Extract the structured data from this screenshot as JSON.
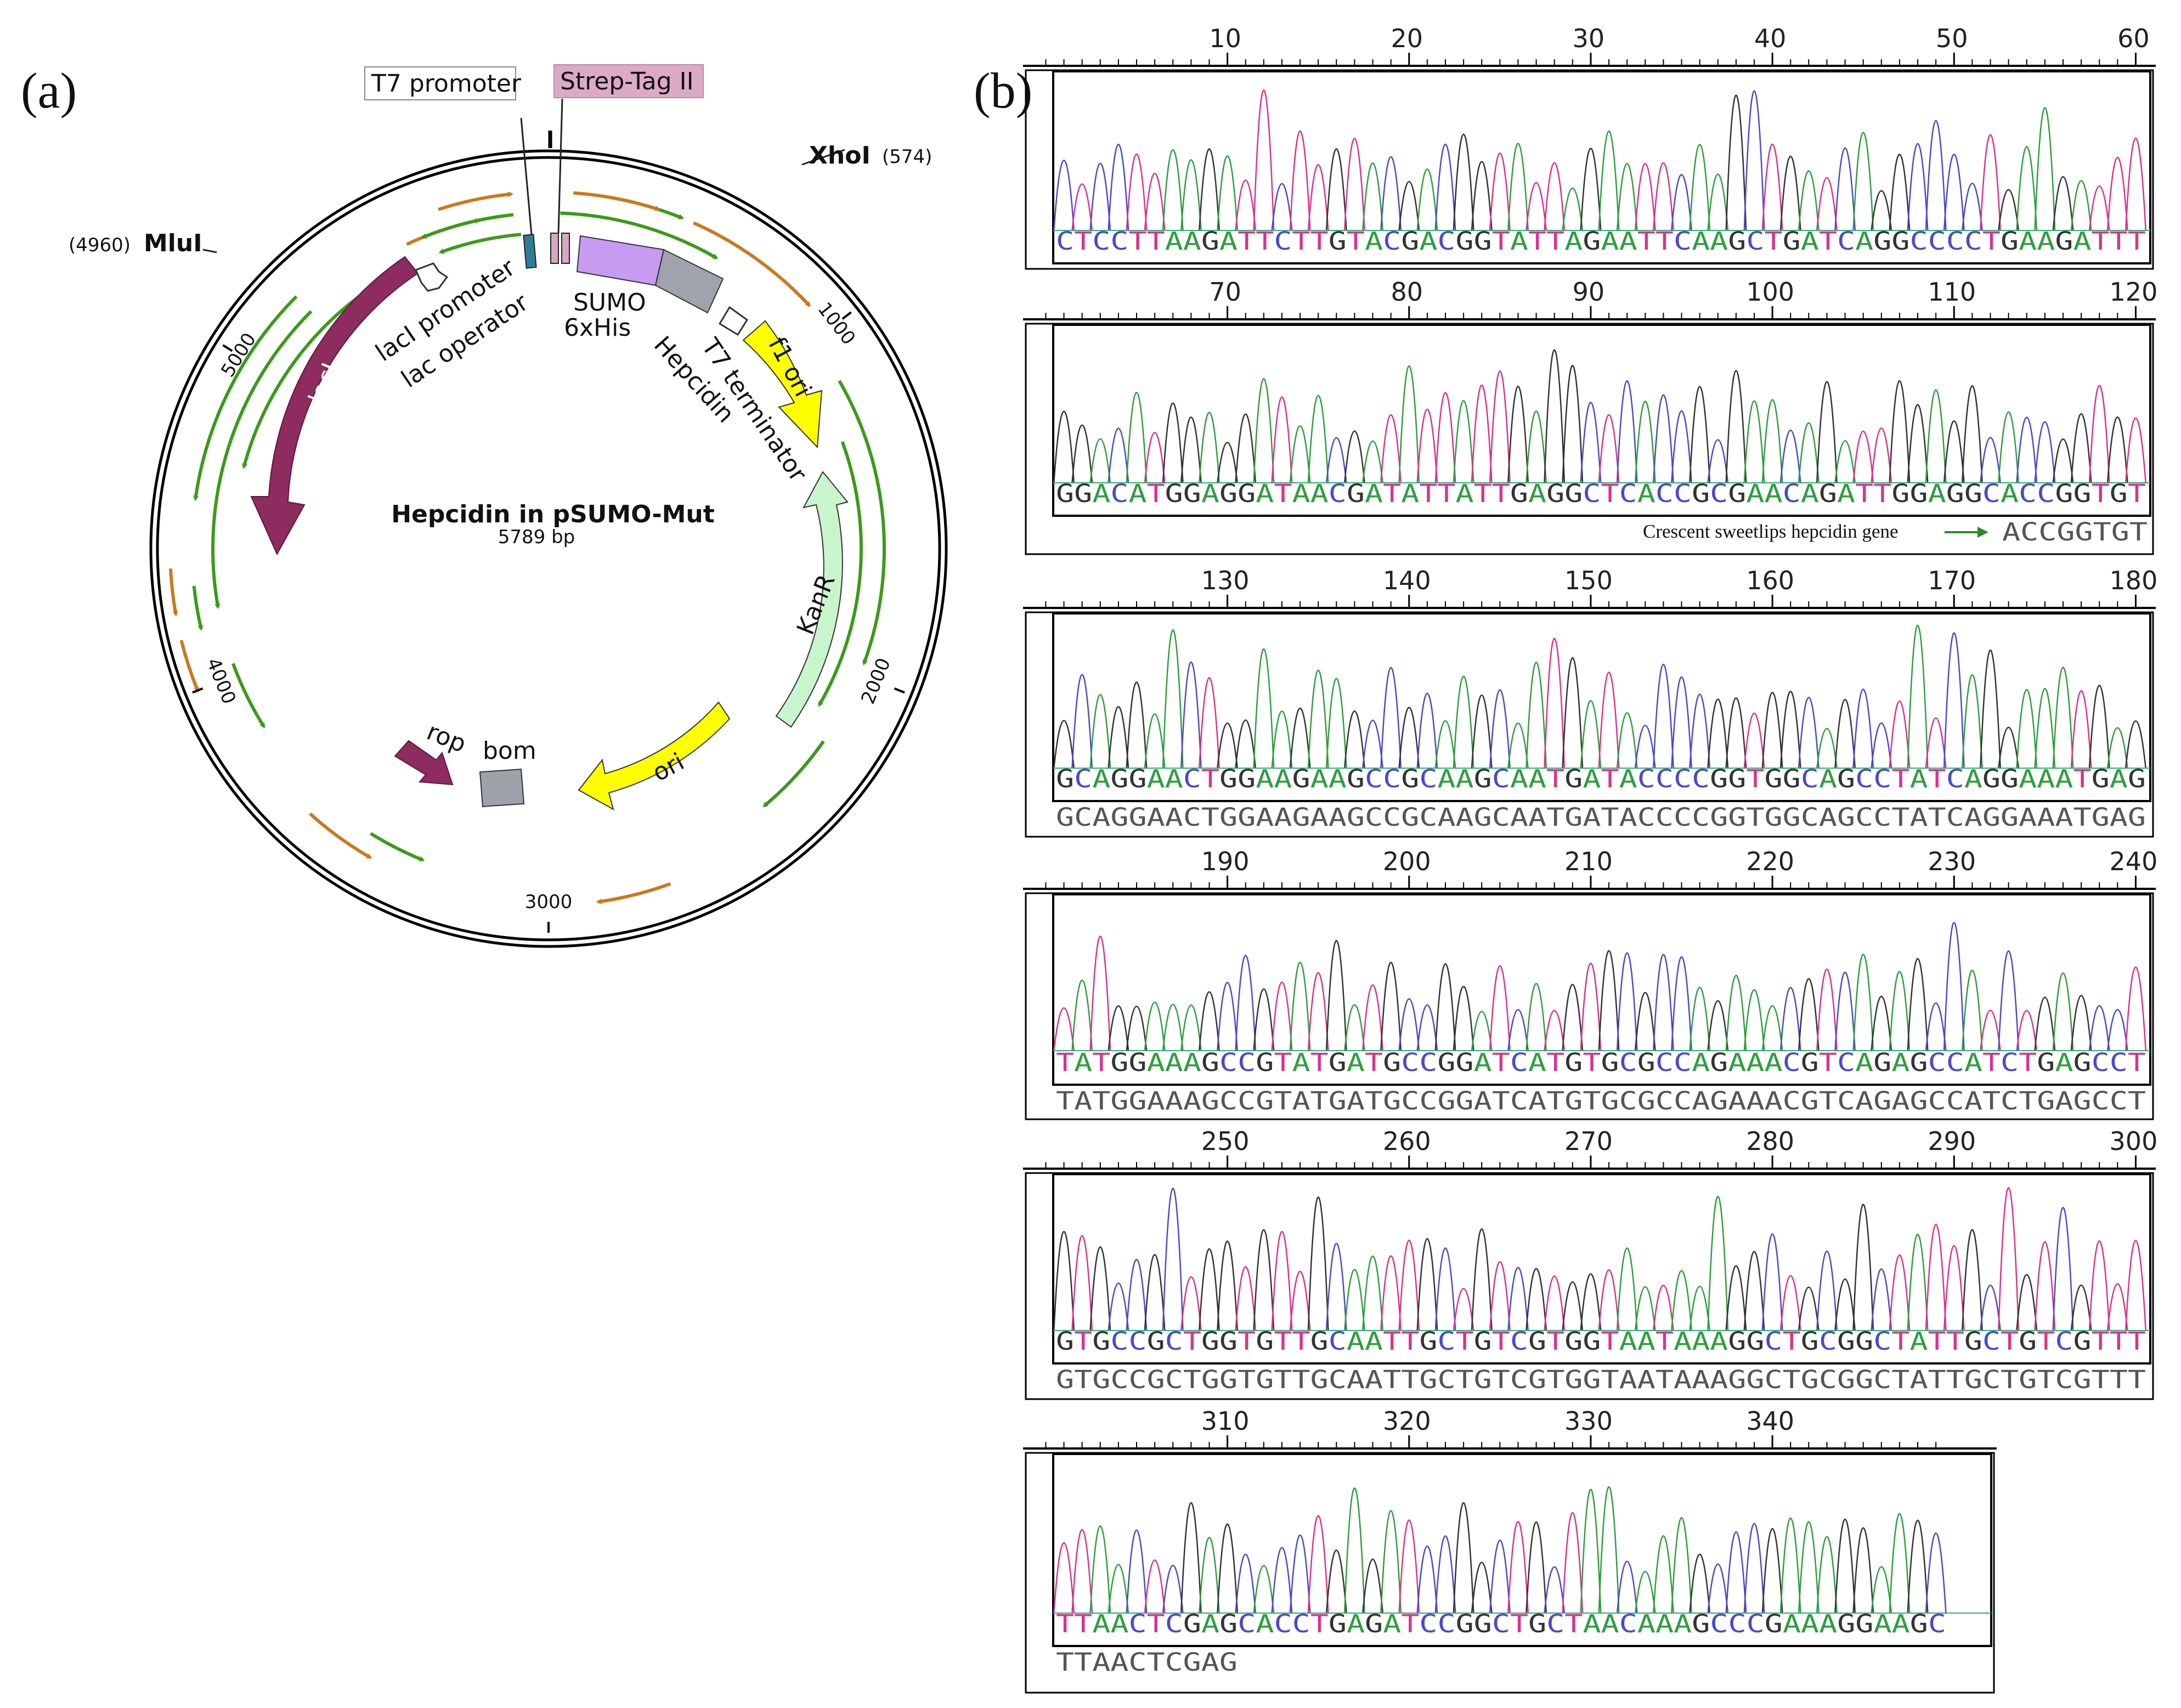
{
  "panel_a": {
    "label": "(a)",
    "plasmid_name": "Hepcidin in pSUMO-Mut",
    "plasmid_size": "5789 bp",
    "callouts": {
      "t7_promoter": "T7 promoter",
      "strep_tag": "Strep-Tag II"
    },
    "sites": {
      "xhoi": {
        "name": "XhoI",
        "pos": "(574)"
      },
      "mlui": {
        "name": "MluI",
        "pos": "(4960)"
      }
    },
    "features": {
      "laci_promoter": "lacI promoter",
      "lac_operator": "lac operator",
      "sumo": "SUMO",
      "his": "6xHis",
      "hepcidin": "Hepcidin",
      "t7_terminator": "T7 terminator",
      "f1_ori": "f1 ori",
      "laci": "lacI",
      "kanr": "KanR",
      "ori": "ori",
      "rop": "rop",
      "bom": "bom"
    },
    "ticks": [
      "1000",
      "2000",
      "3000",
      "4000",
      "5000"
    ],
    "colors": {
      "laci": "#8e2b5f",
      "sumo": "#c79bf2",
      "hepcidin": "#a0a3ad",
      "f1_ori": "#ffff00",
      "kanr": "#c9f5cc",
      "ori": "#ffff00",
      "rop": "#8e2b5f",
      "bom": "#9ea3ab",
      "orf_green": "#3d9a1b",
      "orf_orange": "#c97a1d",
      "strep": "#d7a7c3",
      "t7": "#2f7c99"
    }
  },
  "panel_b": {
    "label": "(b)",
    "base_colors": {
      "A": "#2e9e3e",
      "C": "#4a4ac8",
      "G": "#333333",
      "T": "#d6338f"
    },
    "note": "Crescent sweetlips hepcidin gene",
    "rows": [
      {
        "ticks": [
          "10",
          "20",
          "30",
          "40",
          "50",
          "60"
        ],
        "read": "CTCCTTAAGATTCTTGTACGACGGTATTAGAATTCAAGCTGATCAGGCCCCTGAAGATTT",
        "ref": ""
      },
      {
        "ticks": [
          "70",
          "80",
          "90",
          "100",
          "110",
          "120"
        ],
        "read": "GGACATGGAGGATAACGATATTATTGAGGCTCACCGCGAACAGATTGGAGGCACCGGTGT",
        "ref": "ACCGGTGT"
      },
      {
        "ticks": [
          "130",
          "140",
          "150",
          "160",
          "170",
          "180"
        ],
        "read": "GCAGGAACTGGAAGAAGCCGCAAGCAATGATACCCCGGTGGCAGCCTATCAGGAAATGAG",
        "ref": "GCAGGAACTGGAAGAAGCCGCAAGCAATGATACCCCGGTGGCAGCCTATCAGGAAATGAG"
      },
      {
        "ticks": [
          "190",
          "200",
          "210",
          "220",
          "230",
          "240"
        ],
        "read": "TATGGAAAGCCGTATGATGCCGGATCATGTGCGCCAGAAACGTCAGAGCCATCTGAGCCT",
        "ref": "TATGGAAAGCCGTATGATGCCGGATCATGTGCGCCAGAAACGTCAGAGCCATCTGAGCCT"
      },
      {
        "ticks": [
          "250",
          "260",
          "270",
          "280",
          "290",
          "300"
        ],
        "read": "GTGCCGCTGGTGTTGCAATTGCTGTCGTGGTAATAAAGGCTGCGGCTATTGCTGTCGTTT",
        "ref": "GTGCCGCTGGTGTTGCAATTGCTGTCGTGGTAATAAAGGCTGCGGCTATTGCTGTCGTTT"
      },
      {
        "ticks": [
          "310",
          "320",
          "330",
          "340"
        ],
        "read": "TTAACTCGAGCACCTGAGATCCGGCTGCTAACAAAGCCCGAAAGGAAGC",
        "ref": "TTAACTCGAG"
      }
    ]
  }
}
